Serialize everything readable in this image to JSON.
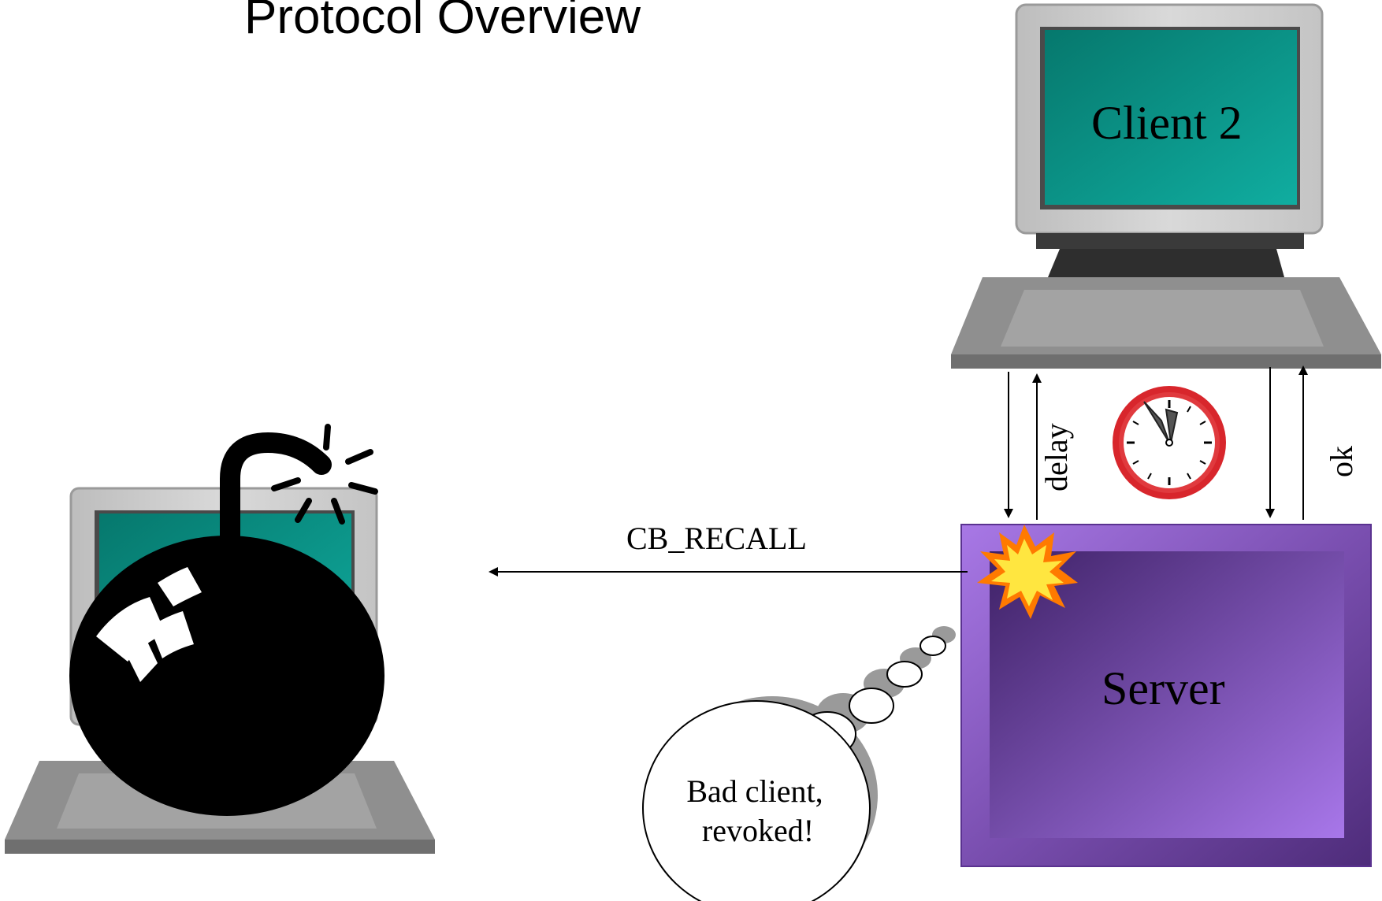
{
  "slide": {
    "title": "Protocol Overview"
  },
  "nodes": {
    "client2_label": "Client 2",
    "server_label": "Server"
  },
  "messages": {
    "cb_recall": "CB_RECALL",
    "delay": "delay",
    "ok": "ok"
  },
  "thought_bubble": {
    "line1": "Bad client,",
    "line2": "revoked!"
  },
  "colors": {
    "screen_teal": "#0a9a8c",
    "server_purple": "#7a4fb0",
    "monitor_gray": "#c8c8c8",
    "base_gray": "#8c8c8c",
    "clock_red": "#d8262c",
    "explosion_yellow": "#ffe640",
    "explosion_orange": "#ff6a00"
  },
  "icons": [
    "bomb-icon",
    "clock-icon",
    "explosion-icon",
    "thought-bubble-icon",
    "computer-icon"
  ]
}
